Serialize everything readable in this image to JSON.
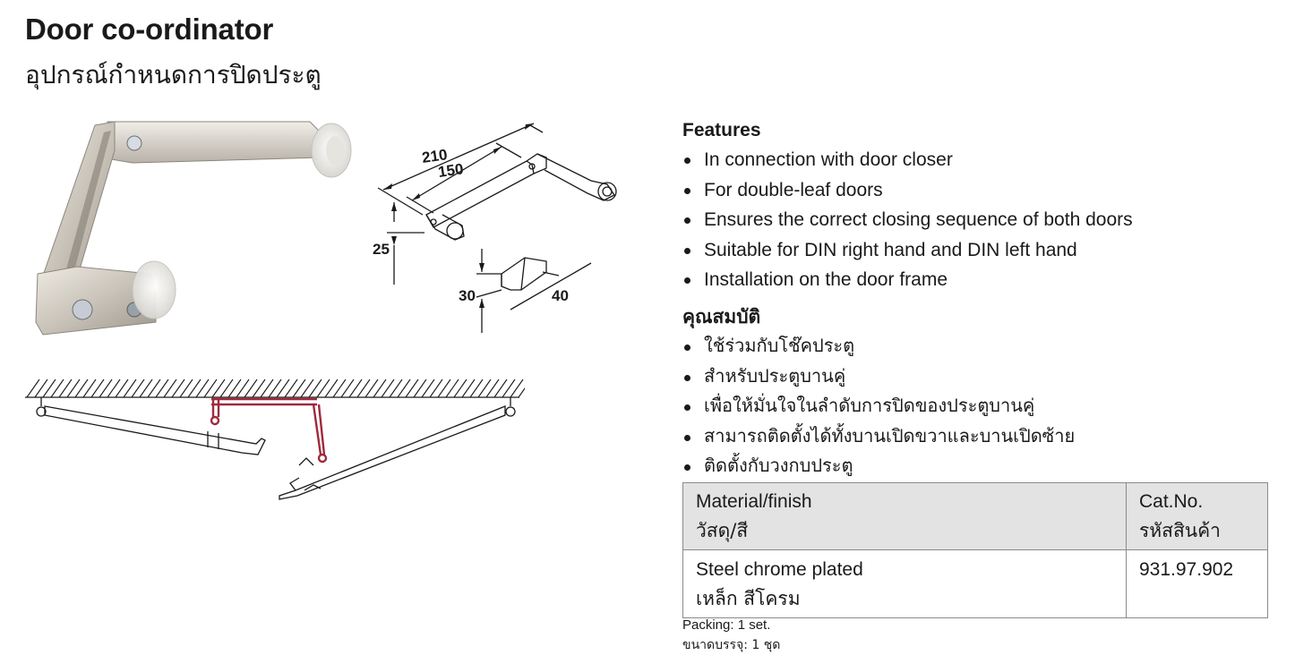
{
  "header": {
    "title": "Door co-ordinator",
    "subtitle_th": "อุปกรณ์กำหนดการปิดประตู"
  },
  "drawing": {
    "dimensions": [
      "210",
      "150",
      "25",
      "30",
      "40"
    ],
    "accent_color": "#9e2a3c"
  },
  "features": {
    "heading": "Features",
    "items": [
      "In connection with door closer",
      "For double-leaf doors",
      "Ensures the correct closing sequence of both doors",
      "Suitable for DIN right hand and DIN left hand",
      "Installation on the door frame"
    ]
  },
  "features_th": {
    "heading": "คุณสมบัติ",
    "items": [
      "ใช้ร่วมกับโช๊คประตู",
      "สำหรับประตูบานคู่",
      "เพื่อให้มั่นใจในลำดับการปิดของประตูบานคู่",
      "สามารถติดตั้งได้ทั้งบานเปิดขวาและบานเปิดซ้าย",
      "ติดตั้งกับวงกบประตู"
    ]
  },
  "table": {
    "headers": [
      {
        "en": "Material/finish",
        "th": "วัสดุ/สี"
      },
      {
        "en": "Cat.No.",
        "th": "รหัสสินค้า"
      }
    ],
    "rows": [
      {
        "material_en": "Steel chrome plated",
        "material_th": "เหล็ก  สีโครม",
        "cat_no": "931.97.902"
      }
    ]
  },
  "packing": {
    "en": "Packing: 1 set.",
    "th": "ขนาดบรรจุ: 1  ชุด"
  }
}
